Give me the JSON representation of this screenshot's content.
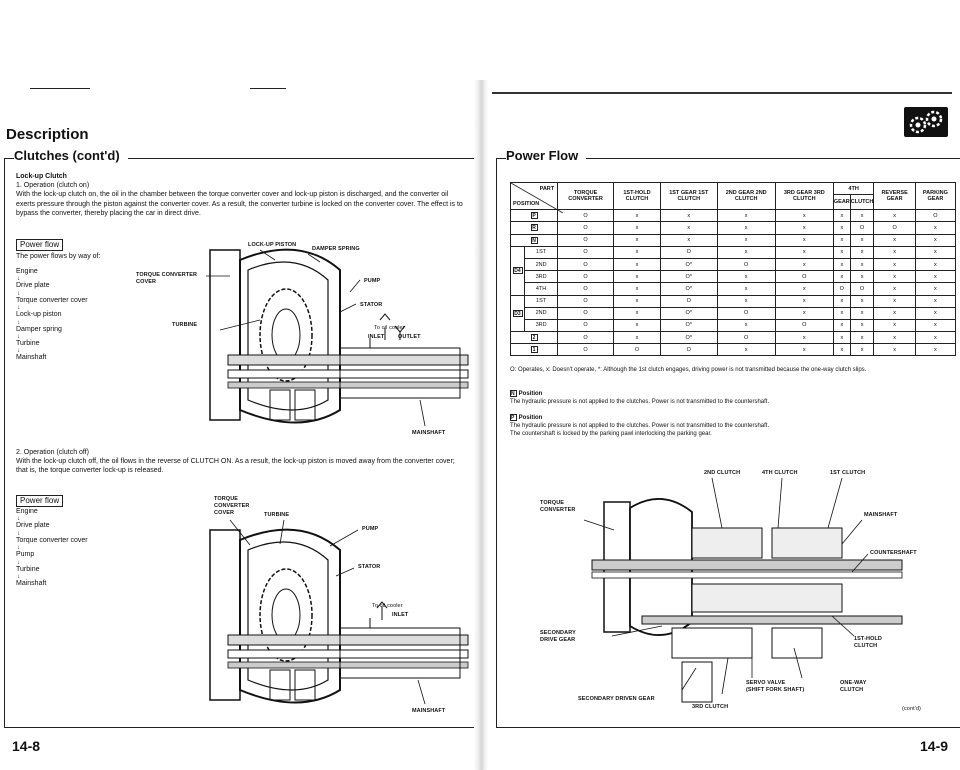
{
  "left": {
    "section_title": "Description",
    "sub_title": "Clutches (cont'd)",
    "lockup_heading": "Lock-up Clutch",
    "op_on": "1. Operation (clutch on)",
    "op_on_text": "With the lock-up clutch on, the oil in the chamber between the torque converter cover and lock-up piston is discharged, and the converter oil exerts pressure through the piston against the converter cover. As a result, the converter turbine is locked on the converter cover. The effect is to bypass the converter, thereby placing the car in direct drive.",
    "power_flow_label": "Power flow",
    "flow_intro": "The power flows by way of:",
    "flow_on": [
      "Engine",
      "Drive plate",
      "Torque converter cover",
      "Lock-up piston",
      "Damper spring",
      "Turbine",
      "Mainshaft"
    ],
    "op_off": "2. Operation (clutch off)",
    "op_off_text": "With the lock-up clutch off, the oil flows in the reverse of CLUTCH ON. As a result, the lock-up piston is moved away from the converter cover; that is, the torque converter lock-up is released.",
    "flow_off": [
      "Engine",
      "Drive plate",
      "Torque converter cover",
      "Pump",
      "Turbine",
      "Mainshaft"
    ],
    "diag1": {
      "lockup_piston": "LOCK-UP PISTON",
      "damper_spring": "DAMPER SPRING",
      "tc_cover": "TORQUE CONVERTER",
      "tc_cover2": "COVER",
      "pump": "PUMP",
      "stator": "STATOR",
      "turbine": "TURBINE",
      "to_oil_cooler": "To oil cooler",
      "inlet": "INLET",
      "outlet": "OUTLET",
      "mainshaft": "MAINSHAFT"
    },
    "diag2": {
      "tc_cover": "TORQUE",
      "tc_cover2": "CONVERTER",
      "tc_cover3": "COVER",
      "turbine": "TURBINE",
      "pump": "PUMP",
      "stator": "STATOR",
      "to_oil_cooler": "To oil cooler",
      "inlet": "INLET",
      "mainshaft": "MAINSHAFT"
    },
    "page_number": "14-8"
  },
  "right": {
    "sub_title": "Power Flow",
    "table": {
      "corner_part": "PART",
      "corner_position": "POSITION",
      "headers": [
        "TORQUE CONVERTER",
        "1ST-HOLD CLUTCH",
        "1ST GEAR 1ST CLUTCH",
        "2ND GEAR 2ND CLUTCH",
        "3RD GEAR 3RD CLUTCH",
        "4TH",
        "REVERSE GEAR",
        "PARKING GEAR"
      ],
      "sub_4th": [
        "GEAR",
        "CLUTCH"
      ],
      "rows": [
        {
          "pos": "P",
          "group": "",
          "cells": [
            "O",
            "x",
            "x",
            "x",
            "x",
            "x",
            "x",
            "x",
            "O"
          ]
        },
        {
          "pos": "R",
          "group": "",
          "cells": [
            "O",
            "x",
            "x",
            "x",
            "x",
            "x",
            "O",
            "O",
            "x"
          ]
        },
        {
          "pos": "N",
          "group": "",
          "cells": [
            "O",
            "x",
            "x",
            "x",
            "x",
            "x",
            "x",
            "x",
            "x"
          ]
        },
        {
          "pos": "1ST",
          "group": "D4",
          "cells": [
            "O",
            "x",
            "O",
            "x",
            "x",
            "x",
            "x",
            "x",
            "x"
          ]
        },
        {
          "pos": "2ND",
          "group": "D4",
          "cells": [
            "O",
            "x",
            "O*",
            "O",
            "x",
            "x",
            "x",
            "x",
            "x"
          ]
        },
        {
          "pos": "3RD",
          "group": "D4",
          "cells": [
            "O",
            "x",
            "O*",
            "x",
            "O",
            "x",
            "x",
            "x",
            "x"
          ]
        },
        {
          "pos": "4TH",
          "group": "D4",
          "cells": [
            "O",
            "x",
            "O*",
            "x",
            "x",
            "O",
            "O",
            "x",
            "x"
          ]
        },
        {
          "pos": "1ST",
          "group": "D3",
          "cells": [
            "O",
            "x",
            "O",
            "x",
            "x",
            "x",
            "x",
            "x",
            "x"
          ]
        },
        {
          "pos": "2ND",
          "group": "D3",
          "cells": [
            "O",
            "x",
            "O*",
            "O",
            "x",
            "x",
            "x",
            "x",
            "x"
          ]
        },
        {
          "pos": "3RD",
          "group": "D3",
          "cells": [
            "O",
            "x",
            "O*",
            "x",
            "O",
            "x",
            "x",
            "x",
            "x"
          ]
        },
        {
          "pos": "2",
          "group": "",
          "cells": [
            "O",
            "x",
            "O*",
            "O",
            "x",
            "x",
            "x",
            "x",
            "x"
          ]
        },
        {
          "pos": "1",
          "group": "",
          "cells": [
            "O",
            "O",
            "O",
            "x",
            "x",
            "x",
            "x",
            "x",
            "x"
          ]
        }
      ],
      "group_labels": {
        "D4": "D4",
        "D3": "D3"
      }
    },
    "legend": "O: Operates, x: Doesn't operate, *: Although the 1st clutch engages, driving power is not transmitted because the one-way clutch slips.",
    "n_heading_box": "N",
    "n_heading": "Position",
    "n_text": "The hydraulic pressure is not applied to the clutches. Power is not transmitted to the countershaft.",
    "p_heading_box": "P",
    "p_heading": "Position",
    "p_text1": "The hydraulic pressure is not applied to the clutches. Power is not transmitted to the countershaft.",
    "p_text2": "The countershaft is locked by the parking pawl interlocking the parking gear.",
    "diag": {
      "c2": "2ND CLUTCH",
      "c4": "4TH CLUTCH",
      "c1": "1ST CLUTCH",
      "tc": "TORQUE",
      "tc2": "CONVERTER",
      "mainshaft": "MAINSHAFT",
      "countershaft": "COUNTERSHAFT",
      "sec_drive": "SECONDARY",
      "sec_drive2": "DRIVE GEAR",
      "hold": "1ST-HOLD",
      "hold2": "CLUTCH",
      "servo": "SERVO VALVE",
      "servo2": "(SHIFT FORK SHAFT)",
      "oneway": "ONE-WAY",
      "oneway2": "CLUTCH",
      "sec_driven": "SECONDARY DRIVEN GEAR",
      "c3": "3RD CLUTCH"
    },
    "contd": "(cont'd)",
    "page_number": "14-9"
  }
}
